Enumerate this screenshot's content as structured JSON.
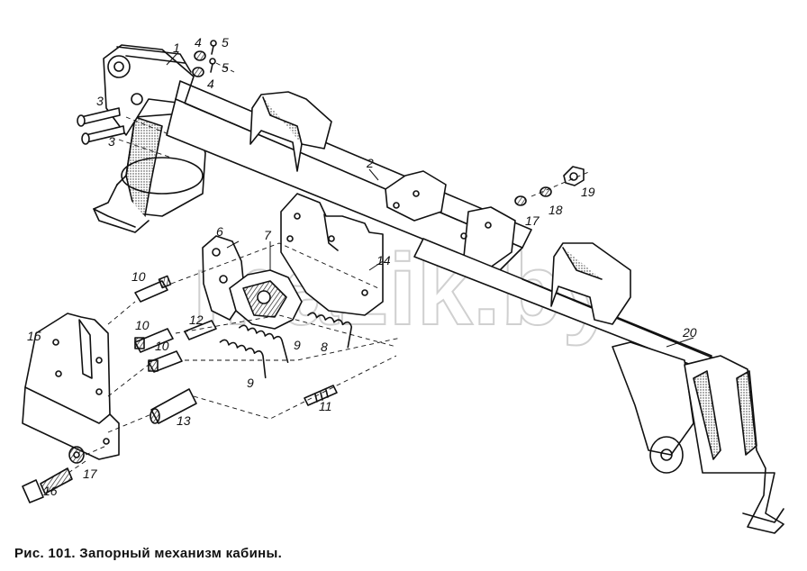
{
  "caption": "Рис. 101. Запорный механизм кабины.",
  "watermark": "mazik.by",
  "labels": {
    "p1": "1",
    "p2": "2",
    "p3a": "3",
    "p3b": "3",
    "p4a": "4",
    "p4b": "4",
    "p5a": "5",
    "p5b": "5",
    "p6": "6",
    "p7": "7",
    "p8": "8",
    "p9a": "9",
    "p9b": "9",
    "p10a": "10",
    "p10b": "10",
    "p10c": "10",
    "p11": "11",
    "p12": "12",
    "p13": "13",
    "p14": "14",
    "p15": "15",
    "p16": "16",
    "p17a": "17",
    "p17b": "17",
    "p18": "18",
    "p19": "19",
    "p20": "20"
  },
  "colors": {
    "ink": "#111111",
    "watermark": "#c8c8c8"
  }
}
